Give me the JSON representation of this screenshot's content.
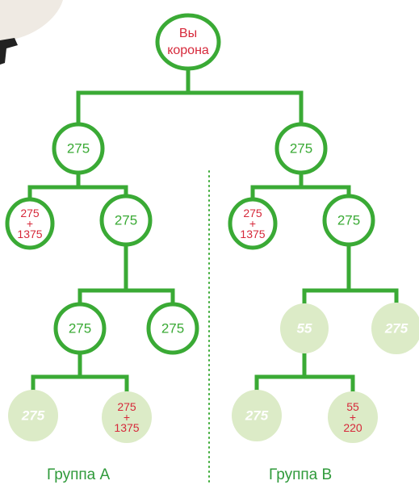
{
  "colors": {
    "line": "#3aaa35",
    "node_border": "#3aaa35",
    "node_text_green": "#3aaa35",
    "node_text_red": "#d6283a",
    "filled_node_bg": "#dcebc7",
    "filled_node_text": "#ffffff",
    "divider": "#3aaa35"
  },
  "root": {
    "lines": [
      "Вы",
      "корона"
    ],
    "style": "outline",
    "text_color": "red"
  },
  "nodes": {
    "a_l1": {
      "lines": [
        "275"
      ],
      "style": "outline",
      "text_color": "green"
    },
    "a_l2_left": {
      "lines": [
        "275",
        "+",
        "1375"
      ],
      "style": "outline",
      "text_color": "red"
    },
    "a_l2_right": {
      "lines": [
        "275"
      ],
      "style": "outline",
      "text_color": "green"
    },
    "a_l3_left": {
      "lines": [
        "275"
      ],
      "style": "outline",
      "text_color": "green"
    },
    "a_l3_right": {
      "lines": [
        "275"
      ],
      "style": "outline",
      "text_color": "green"
    },
    "a_l4_left": {
      "lines": [
        "275"
      ],
      "style": "filled",
      "text_color": "white"
    },
    "a_l4_right": {
      "lines": [
        "275",
        "+",
        "1375"
      ],
      "style": "filled",
      "text_color": "red"
    },
    "b_l1": {
      "lines": [
        "275"
      ],
      "style": "outline",
      "text_color": "green"
    },
    "b_l2_left": {
      "lines": [
        "275",
        "+",
        "1375"
      ],
      "style": "outline",
      "text_color": "red"
    },
    "b_l2_right": {
      "lines": [
        "275"
      ],
      "style": "outline",
      "text_color": "green"
    },
    "b_l3_left": {
      "lines": [
        "55"
      ],
      "style": "filled",
      "text_color": "white"
    },
    "b_l3_right": {
      "lines": [
        "275"
      ],
      "style": "filled",
      "text_color": "white"
    },
    "b_l4_left": {
      "lines": [
        "275"
      ],
      "style": "filled",
      "text_color": "white"
    },
    "b_l4_right": {
      "lines": [
        "55",
        "+",
        "220"
      ],
      "style": "filled",
      "text_color": "red"
    }
  },
  "labels": {
    "group_a": "Группа А",
    "group_b": "Группа В"
  }
}
